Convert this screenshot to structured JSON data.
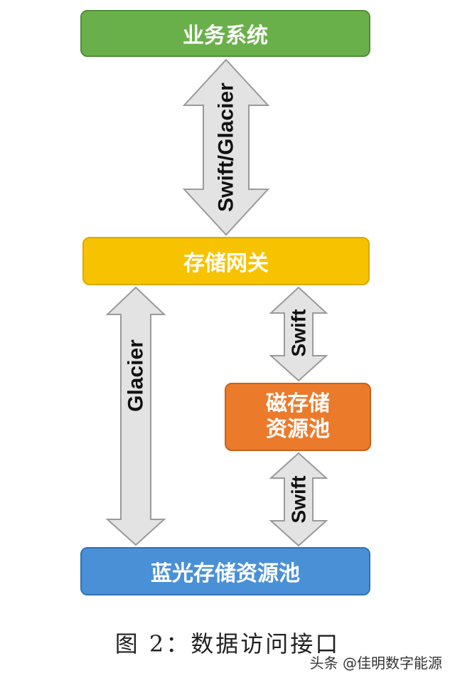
{
  "boxes": {
    "business": "业务系统",
    "gateway": "存储网关",
    "magnetic_line1": "磁存储",
    "magnetic_line2": "资源池",
    "bluray": "蓝光存储资源池"
  },
  "arrows": {
    "top": "Swift/Glacier",
    "left": "Glacier",
    "right_upper": "Swift",
    "right_lower": "Swift"
  },
  "caption": "图 2：数据访问接口",
  "watermark": "头条 @佳明数字能源",
  "colors": {
    "business": "#6ab04a",
    "gateway": "#f7c300",
    "magnetic": "#ec7a2b",
    "bluray": "#4a90d6",
    "arrow_fill": "#e3e3e3",
    "arrow_stroke": "#9a9a9a"
  }
}
